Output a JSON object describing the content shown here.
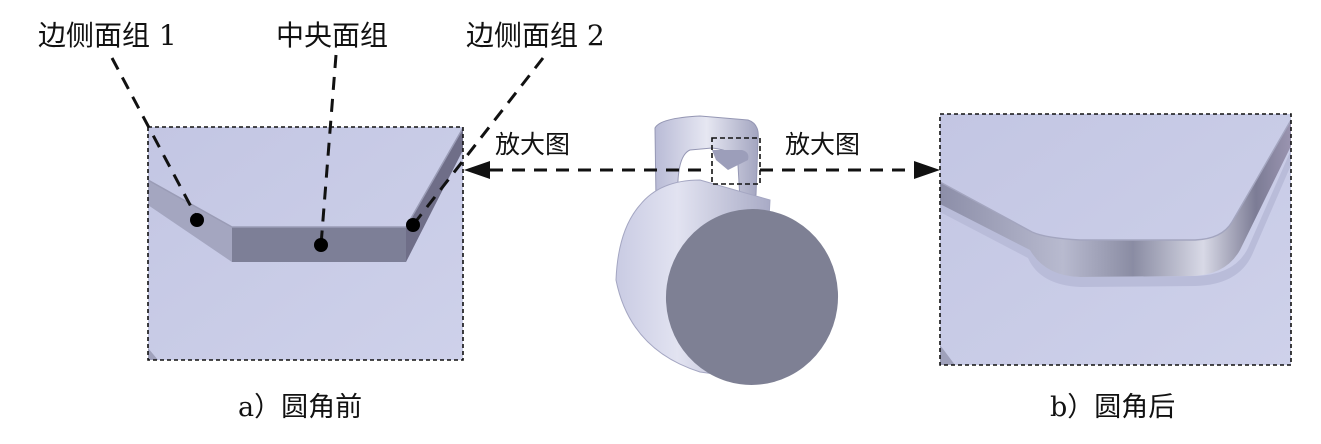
{
  "labels": {
    "side_group_1": "边侧面组 1",
    "center_group": "中央面组",
    "side_group_2": "边侧面组 2",
    "zoom_left": "放大图",
    "zoom_right": "放大图"
  },
  "captions": {
    "before": "a）圆角前",
    "after": "b）圆角后"
  },
  "colors": {
    "background": "#ffffff",
    "panel_fill": "#c8cbe6",
    "face_dark": "#7d7f97",
    "face_mid": "#9a9cb4",
    "cylinder_end": "#7e8094",
    "line": "#111111"
  }
}
